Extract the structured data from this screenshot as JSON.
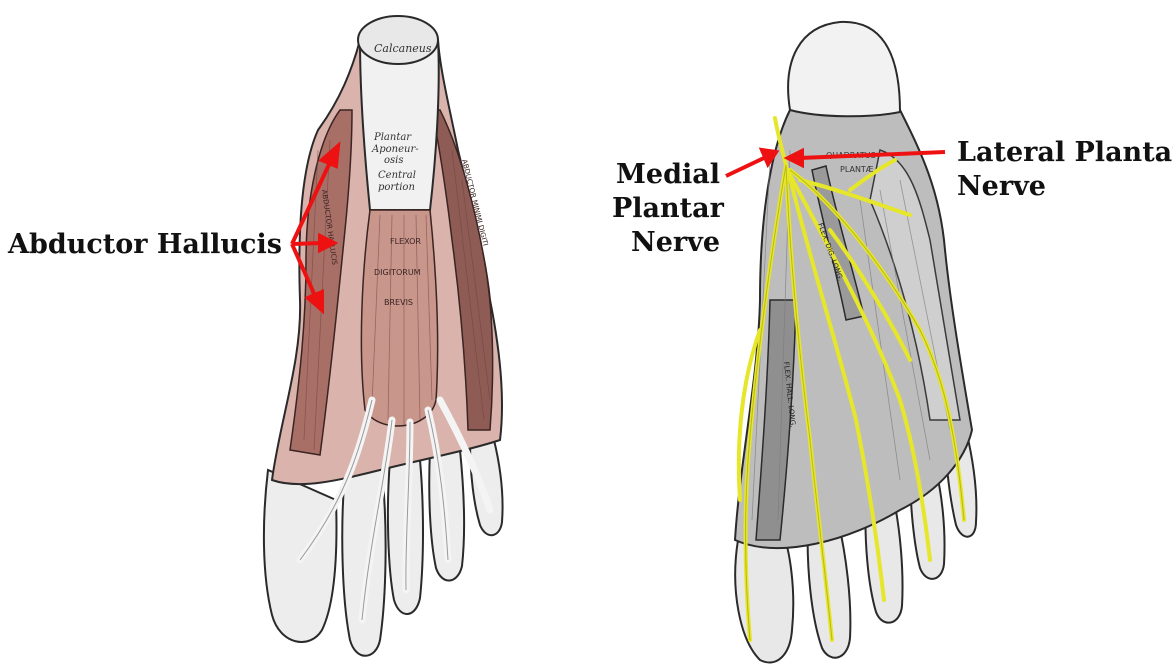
{
  "labels": {
    "abductor": "Abductor Hallucis",
    "medial_line1": "Medial",
    "medial_line2": "Plantar",
    "medial_line3": "Nerve",
    "lateral_line1": "Lateral Plantar",
    "lateral_line2": "Nerve"
  },
  "left_figure_text": {
    "calcaneus": "Calcaneus",
    "plantar1": "Plantar",
    "plantar2": "Aponeur-",
    "plantar3": "osis",
    "central1": "Central",
    "central2": "portion",
    "flexor1": "FLEXOR",
    "flexor2": "DIGITORUM",
    "flexor3": "BREVIS",
    "abd_side": "ABDUCTOR HALLUCIS",
    "abd_min": "ABDUCTOR MINIMI DIGITI"
  },
  "right_figure_text": {
    "quadratus1": "QUADRATUS",
    "quadratus2": "PLANTÆ",
    "flex_dig": "FLEX. DIG. LONG.",
    "flex_hall": "FLEX. HALL. LONG."
  },
  "colors": {
    "arrow": "#ee1111",
    "nerve": "#e6e62a",
    "nerve_dark": "#b9b91a",
    "muscle": "#c48a80",
    "muscle_dark": "#7a4a44",
    "bone": "#f2f2f2",
    "tendon": "#d9d9d9",
    "outline": "#2a2a2a"
  }
}
